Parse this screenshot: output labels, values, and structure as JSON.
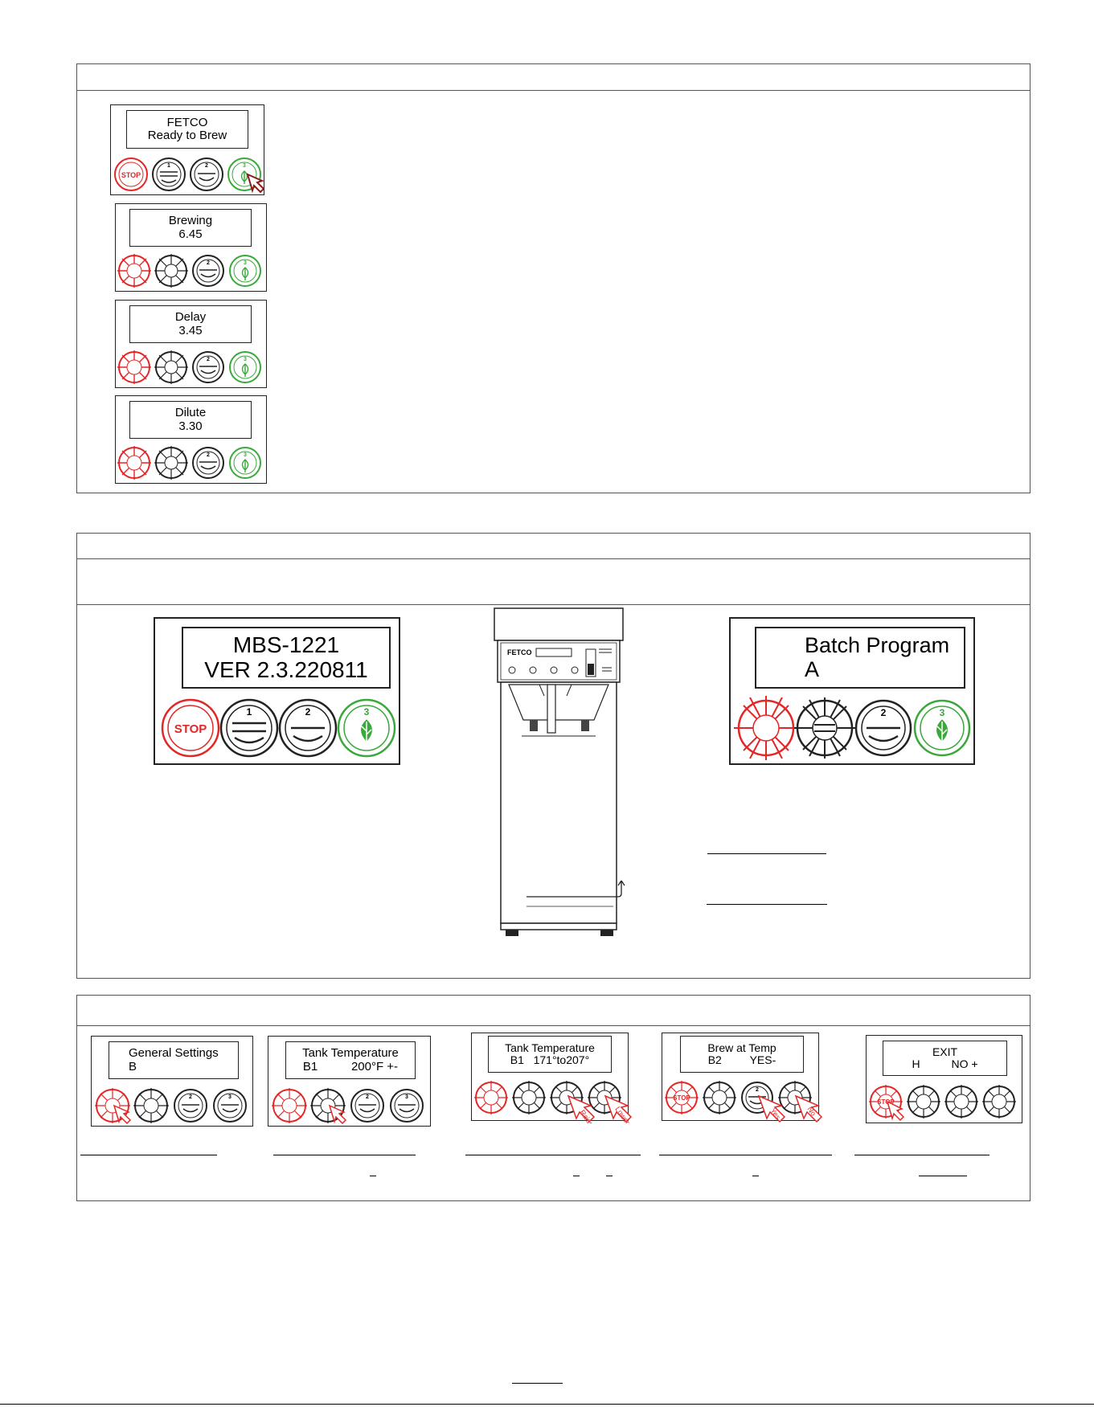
{
  "section1": {
    "displays": [
      {
        "line1": "FETCO",
        "line2": "Ready to Brew"
      },
      {
        "line1": "Brewing",
        "line2": "6.45"
      },
      {
        "line1": "Delay",
        "line2": "3.45"
      },
      {
        "line1": "Dilute",
        "line2": "3.30"
      }
    ]
  },
  "section2": {
    "left_display": {
      "line1": "MBS-1221",
      "line2": "VER 2.3.220811"
    },
    "right_display": {
      "line1": "Batch Program",
      "line2": "A"
    },
    "brewer_logo": "FETCO"
  },
  "section3": {
    "displays": [
      {
        "line1": "General Settings",
        "line2": "B"
      },
      {
        "line1": "Tank Temperature",
        "line2": "B1          200°F +-"
      },
      {
        "line1": "Tank Temperature",
        "line2": "B1   171°to207°"
      },
      {
        "line1": "Brew at Temp",
        "line2": "B2         YES-"
      },
      {
        "line1": "EXIT",
        "line2": "H          NO +"
      }
    ],
    "arrow_labels": {
      "raise": "Raise",
      "lower": "Lower",
      "yes": "Yes",
      "no": "No"
    }
  },
  "buttons": {
    "stop": "STOP",
    "b1": "1",
    "b2": "2",
    "b3": "3"
  },
  "colors": {
    "stop": "#e32626",
    "green": "#3aa83a",
    "dark": "#222222",
    "flash": "#e32626"
  }
}
